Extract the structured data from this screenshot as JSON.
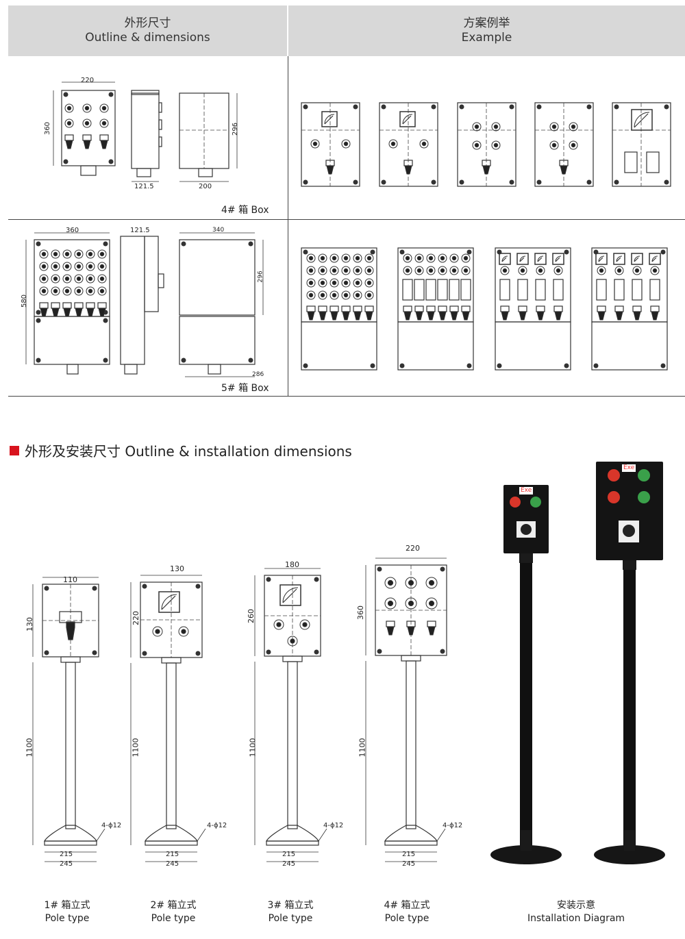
{
  "headers": {
    "left": {
      "cn": "外形尺寸",
      "en": "Outline & dimensions"
    },
    "right": {
      "cn": "方案例举",
      "en": "Example"
    }
  },
  "box4": {
    "label": "4# 箱 Box",
    "dims": {
      "width": "220",
      "height": "360",
      "depth": "121.5",
      "bottom": "200",
      "side_height": "296"
    }
  },
  "box5": {
    "label": "5# 箱 Box",
    "dims": {
      "width": "360",
      "height": "580",
      "depth": "121.5",
      "top": "340",
      "side_height": "296",
      "bottom": "286"
    }
  },
  "section": {
    "title": "外形及安装尺寸 Outline & installation dimensions"
  },
  "poles": [
    {
      "cn": "1# 箱立式",
      "en": "Pole type",
      "w": "110",
      "h": "130",
      "pole": "1100",
      "hole": "4-ϕ12",
      "b1": "215",
      "b2": "245"
    },
    {
      "cn": "2# 箱立式",
      "en": "Pole type",
      "w": "130",
      "h": "220",
      "pole": "1100",
      "hole": "4-ϕ12",
      "b1": "215",
      "b2": "245"
    },
    {
      "cn": "3# 箱立式",
      "en": "Pole type",
      "w": "180",
      "h": "260",
      "pole": "1100",
      "hole": "4-ϕ12",
      "b1": "215",
      "b2": "245"
    },
    {
      "cn": "4# 箱立式",
      "en": "Pole type",
      "w": "220",
      "h": "360",
      "pole": "1100",
      "hole": "4-ϕ12",
      "b1": "215",
      "b2": "245"
    }
  ],
  "install": {
    "cn": "安装示意",
    "en": "Installation Diagram",
    "badge": "Exe"
  }
}
